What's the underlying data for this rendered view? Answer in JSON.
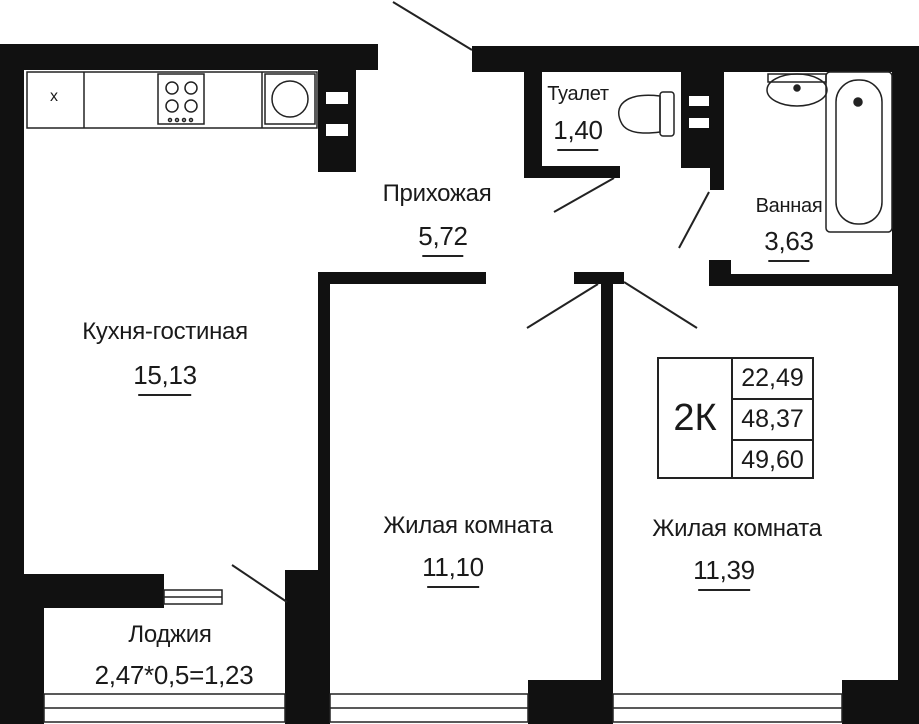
{
  "rooms": {
    "kitchen_living": {
      "name": "Кухня-гостиная",
      "area": "15,13"
    },
    "hallway": {
      "name": "Прихожая",
      "area": "5,72"
    },
    "toilet": {
      "name": "Туалет",
      "area": "1,40"
    },
    "bathroom": {
      "name": "Ванная",
      "area": "3,63"
    },
    "living_room_1": {
      "name": "Жилая комната",
      "area": "11,10"
    },
    "living_room_2": {
      "name": "Жилая комната",
      "area": "11,39"
    },
    "loggia": {
      "name": "Лоджия",
      "area": "2,47*0,5=1,23"
    }
  },
  "summary": {
    "type": "2К",
    "values": [
      "22,49",
      "48,37",
      "49,60"
    ]
  },
  "fixtures": {
    "cabinet_mark": "x"
  },
  "colors": {
    "wall": "#111111",
    "line": "#222222",
    "background": "#ffffff"
  }
}
